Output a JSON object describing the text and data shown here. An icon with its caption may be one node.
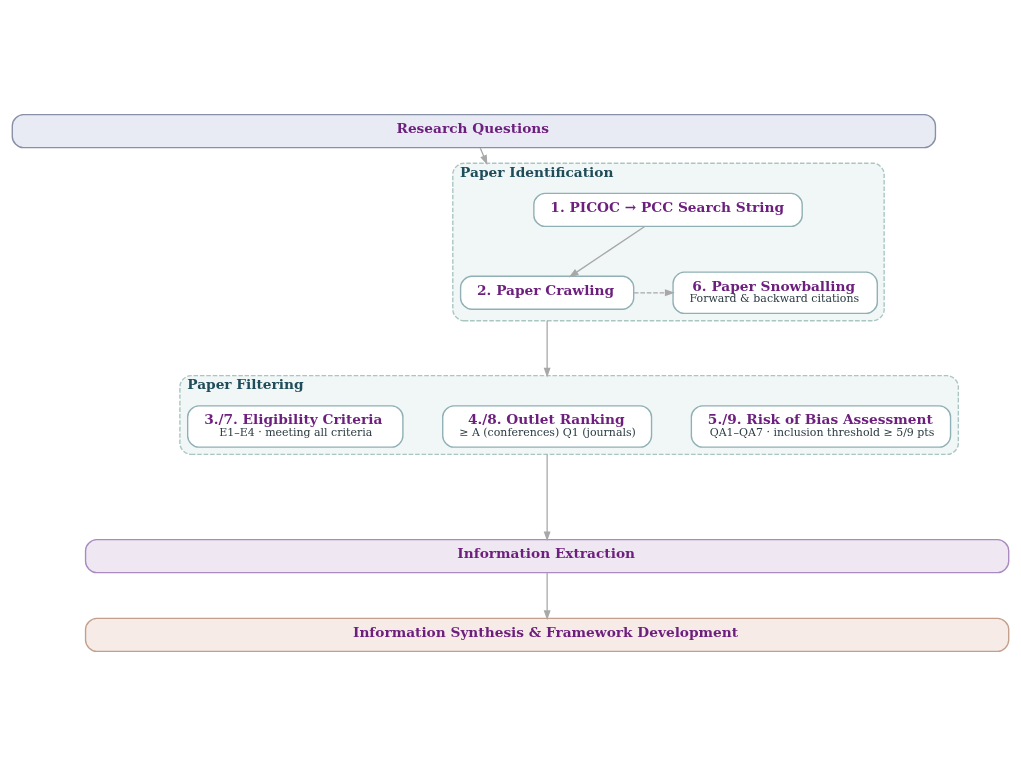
{
  "diagram": {
    "nodes": [
      {
        "text": [
          "Research Questions"
        ]
      },
      {
        "text": [
          "Paper Identification"
        ]
      },
      {
        "text": [
          "1. PICOC → PCC Search String"
        ],
        "in": 1
      },
      {
        "text": [
          "2. Paper Crawling"
        ],
        "in": 1
      },
      {
        "text": [
          "6. Paper Snowballing",
          "Forward & backward citations"
        ],
        "in": 1
      },
      {
        "text": [
          "Paper Filtering"
        ]
      },
      {
        "text": [
          "3./7. Eligibility Criteria",
          "E1–E4 · meeting all criteria"
        ],
        "in": 5
      },
      {
        "text": [
          "4./8. Outlet Ranking",
          "≥ A (conferences) Q1 (journals)"
        ],
        "in": 5
      },
      {
        "text": [
          "5./9. Risk of Bias Assessment",
          "QA1–QA7 · inclusion threshold ≥ 5/9 pts"
        ],
        "in": 5
      },
      {
        "text": [
          "Information Extraction"
        ]
      },
      {
        "text": [
          "Information Synthesis & Framework Development"
        ]
      }
    ],
    "edges": [
      {
        "from": 0,
        "to": 1,
        "arrow": "to"
      },
      {
        "from": 2,
        "to": 3,
        "arrow": "to"
      },
      {
        "from": 3,
        "to": 4,
        "arrow": "to",
        "style": "dashed"
      },
      {
        "from": 1,
        "to": 5,
        "arrow": "to"
      },
      {
        "from": 5,
        "to": 9,
        "arrow": "to"
      },
      {
        "from": 9,
        "to": 10,
        "arrow": "to"
      }
    ]
  }
}
